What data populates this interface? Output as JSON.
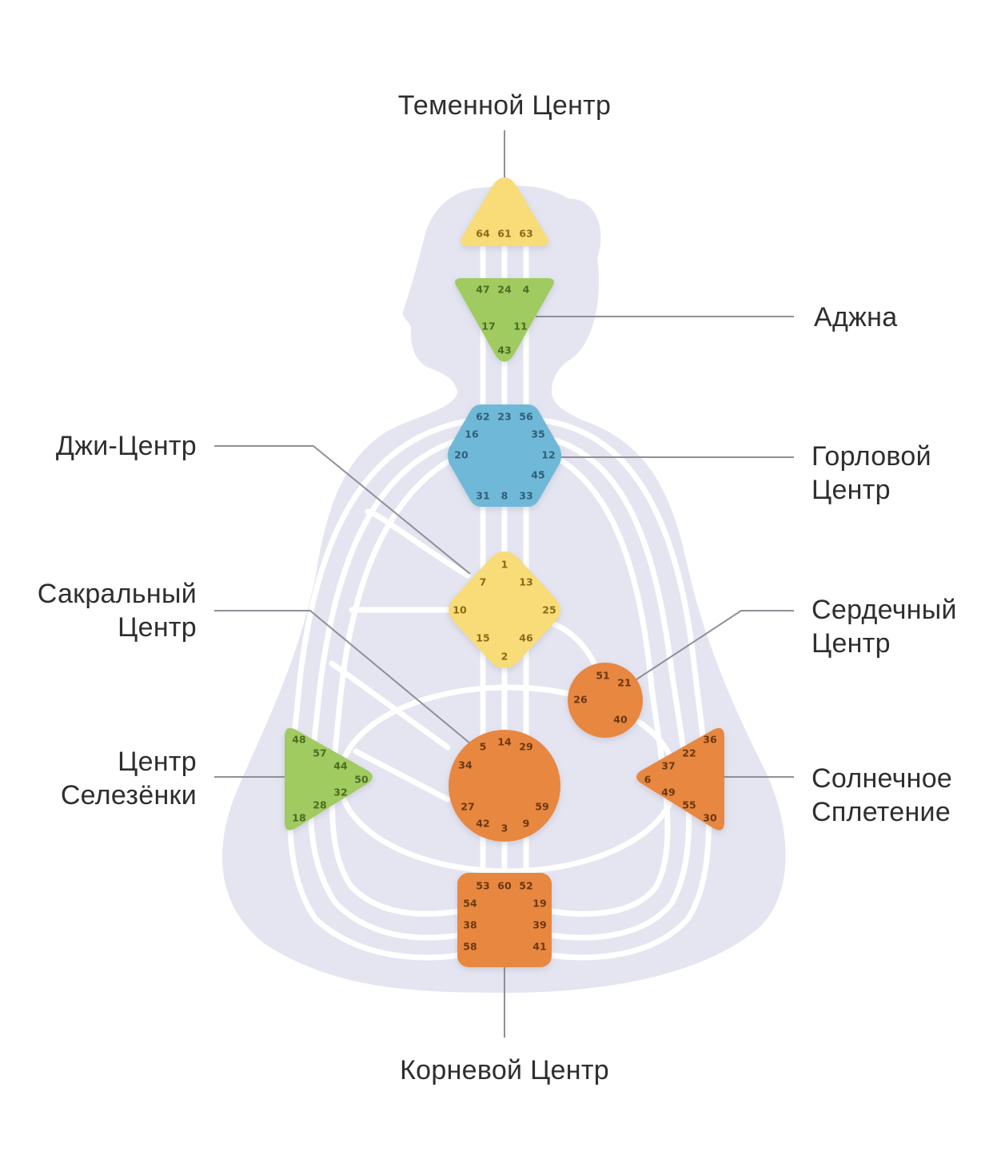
{
  "colors": {
    "body": "#e4e5f1",
    "channel": "#ffffff",
    "yellow": "#f8dc78",
    "green": "#9fcb61",
    "blue": "#6fb8d8",
    "orange": "#e8873f",
    "leader": "#8f8f96",
    "text": "#2e2e2e"
  },
  "labels": {
    "head": "Теменной Центр",
    "ajna": "Аджна",
    "g_center": "Джи-Центр",
    "throat_1": "Горловой",
    "throat_2": "Центр",
    "sacral_1": "Сакральный",
    "sacral_2": "Центр",
    "heart_1": "Сердечный",
    "heart_2": "Центр",
    "spleen_1": "Центр",
    "spleen_2": "Селезёнки",
    "solar_1": "Солнечное",
    "solar_2": "Сплетение",
    "root": "Корневой Центр"
  },
  "centers": {
    "head": {
      "color": "yellow",
      "icon": "triangle-up-icon",
      "gates": [
        "64",
        "61",
        "63"
      ]
    },
    "ajna": {
      "color": "green",
      "icon": "triangle-down-icon",
      "gates": [
        "47",
        "24",
        "4",
        "17",
        "11",
        "43"
      ]
    },
    "throat": {
      "color": "blue",
      "icon": "hexagon-icon",
      "gates": [
        "62",
        "23",
        "56",
        "16",
        "35",
        "20",
        "12",
        "45",
        "31",
        "8",
        "33"
      ]
    },
    "g": {
      "color": "yellow",
      "icon": "diamond-icon",
      "gates": [
        "1",
        "7",
        "13",
        "10",
        "25",
        "15",
        "46",
        "2"
      ]
    },
    "heart": {
      "color": "orange",
      "icon": "circle-icon",
      "gates": [
        "51",
        "21",
        "26",
        "40"
      ]
    },
    "sacral": {
      "color": "orange",
      "icon": "circle-icon",
      "gates": [
        "5",
        "14",
        "29",
        "34",
        "27",
        "59",
        "42",
        "3",
        "9"
      ]
    },
    "spleen": {
      "color": "green",
      "icon": "triangle-right-icon",
      "gates": [
        "48",
        "57",
        "44",
        "50",
        "32",
        "28",
        "18"
      ]
    },
    "solar": {
      "color": "orange",
      "icon": "triangle-left-icon",
      "gates": [
        "36",
        "22",
        "37",
        "6",
        "49",
        "55",
        "30"
      ]
    },
    "root": {
      "color": "orange",
      "icon": "square-icon",
      "gates": [
        "53",
        "60",
        "52",
        "54",
        "19",
        "38",
        "39",
        "58",
        "41"
      ]
    }
  }
}
